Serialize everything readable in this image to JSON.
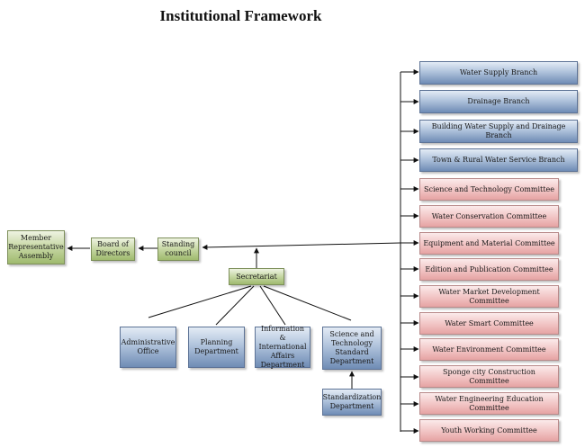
{
  "title": "Institutional Framework",
  "nodes": {
    "member_assembly": "Member Representative Assembly",
    "board": "Board of Directors",
    "standing_council": "Standing council",
    "secretariat": "Secretariat",
    "admin_office": "Administrative Office",
    "planning_dept": "Planning Department",
    "intl_affairs_dept": "Information & International Affairs Department",
    "sci_tech_dept": "Science and Technology Standard Department",
    "standardization_dept": "Standardization Department"
  },
  "branches": [
    "Water Supply Branch",
    "Drainage Branch",
    "Building Water Supply and Drainage Branch",
    "Town & Rural Water Service Branch"
  ],
  "committees": [
    "Science and Technology Committee",
    "Water Conservation Committee",
    "Equipment and Material Committee",
    "Edition and Publication Committee",
    "Water Market Development Committee",
    "Water Smart Committee",
    "Water Environment Committee",
    "Sponge city Construction Committee",
    "Water Engineering Education Committee",
    "Youth Working Committee"
  ],
  "colors": {
    "green": "#b5cb8a",
    "blue": "#8aa3c6",
    "red": "#f0c0c0"
  }
}
